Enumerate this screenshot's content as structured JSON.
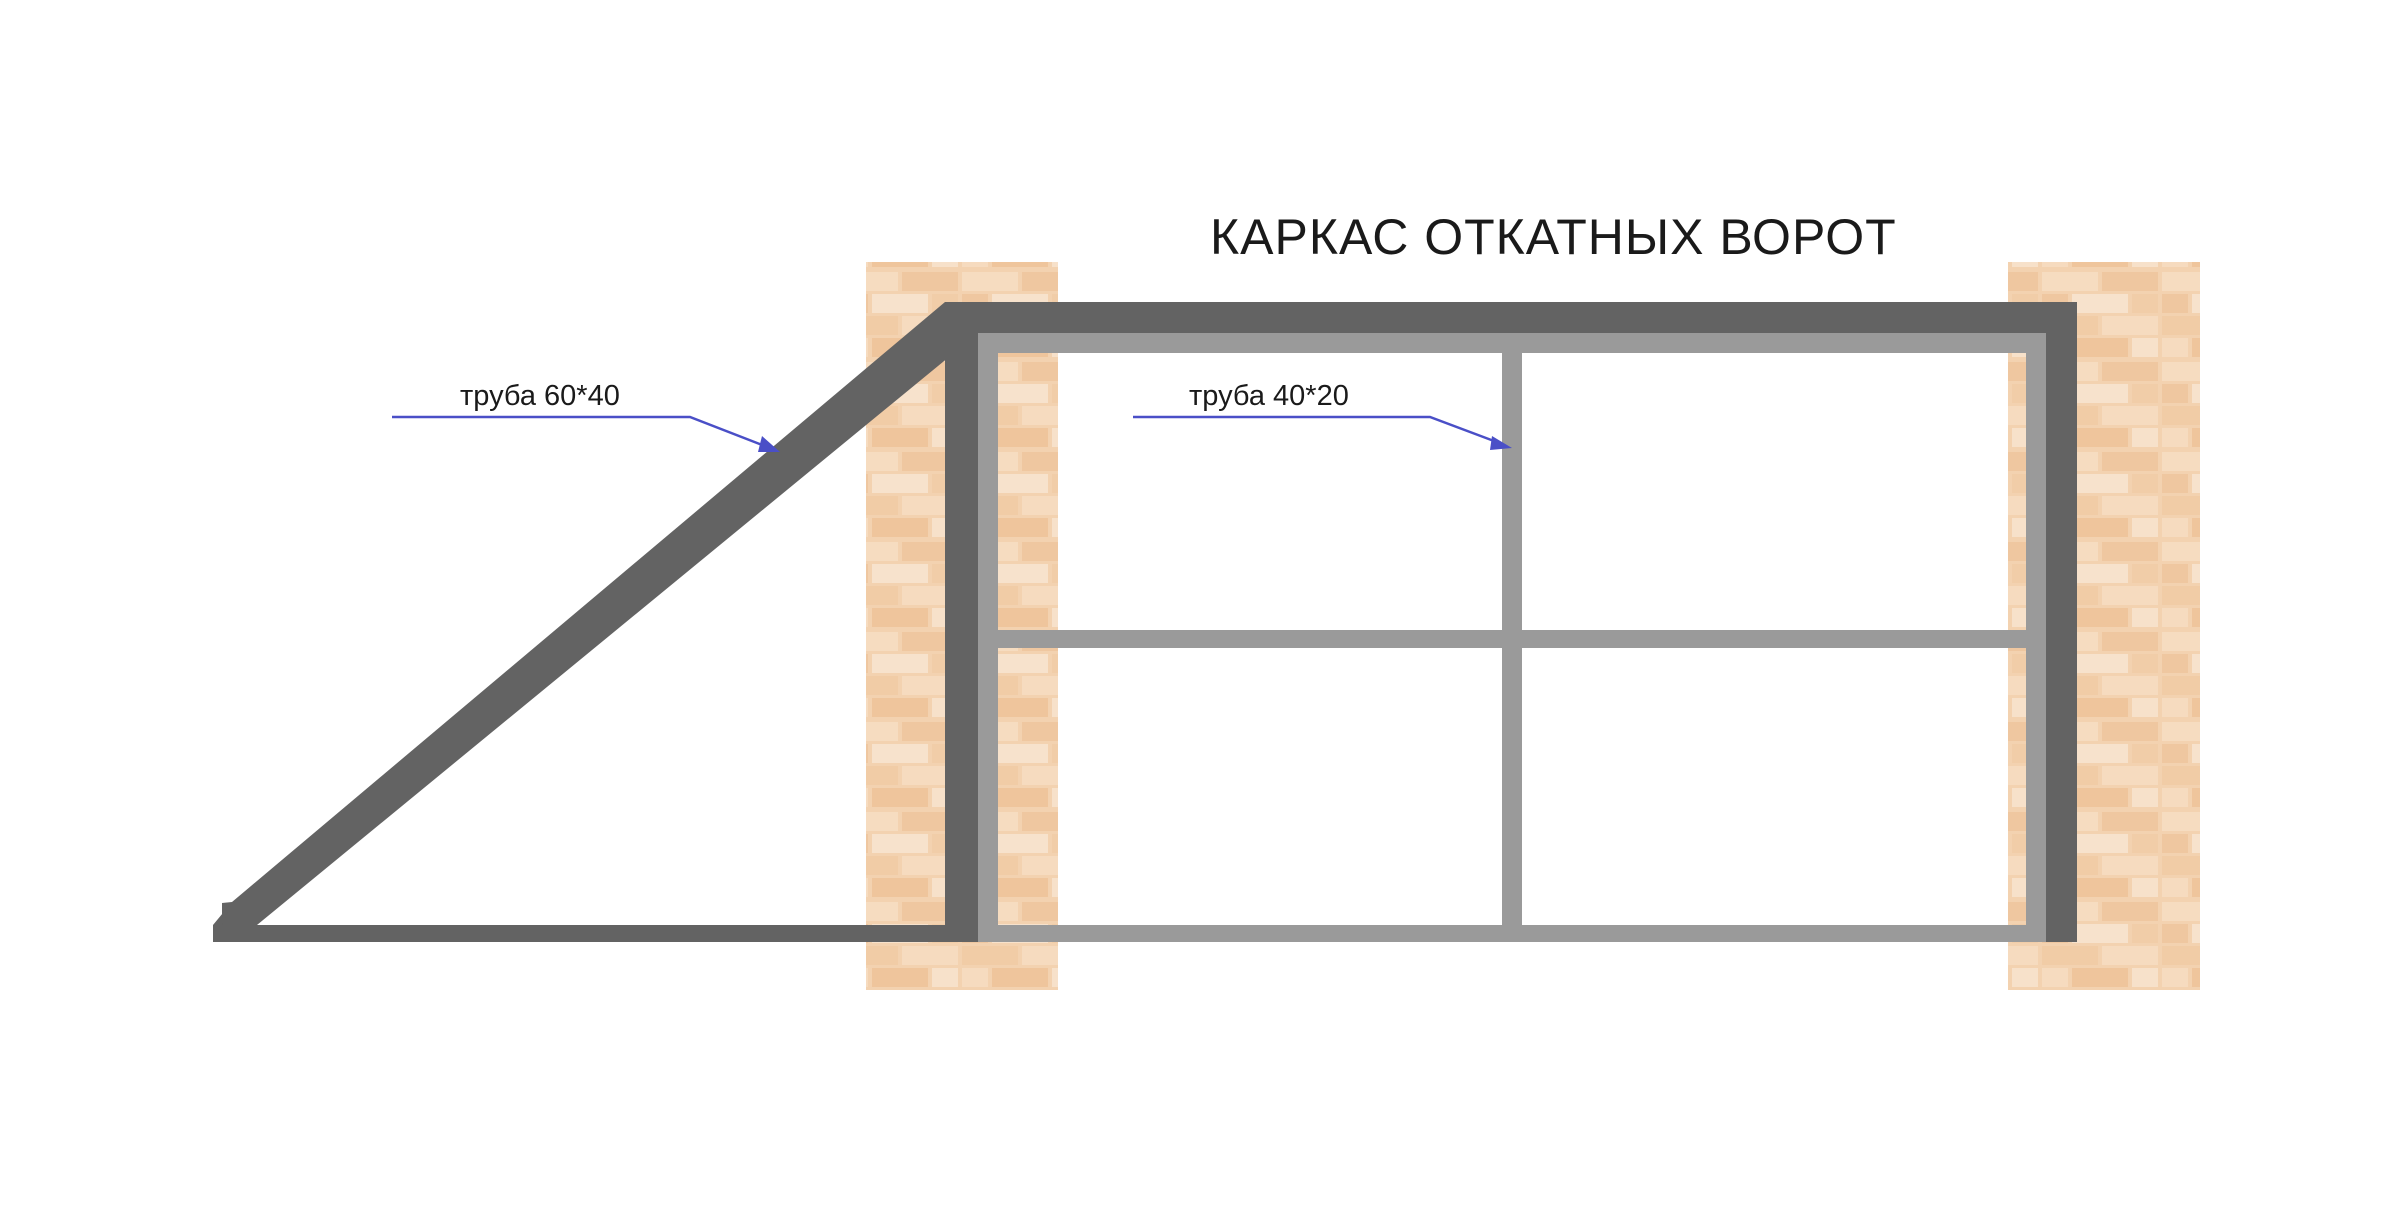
{
  "diagram": {
    "title": "КАРКАС ОТКАТНЫХ ВОРОТ",
    "callouts": [
      {
        "label": "труба 60*40",
        "target": "outer-frame"
      },
      {
        "label": "труба 40*20",
        "target": "inner-frame"
      }
    ]
  },
  "colors": {
    "outer_frame": "#636363",
    "inner_frame": "#9a9a9a",
    "brick_light": "#f5d7b8",
    "brick_mid": "#efc9a2",
    "brick_mortar": "#f7e0c8",
    "callout_line": "#4a4fc7",
    "text": "#1a1a1a",
    "background": "#ffffff"
  }
}
